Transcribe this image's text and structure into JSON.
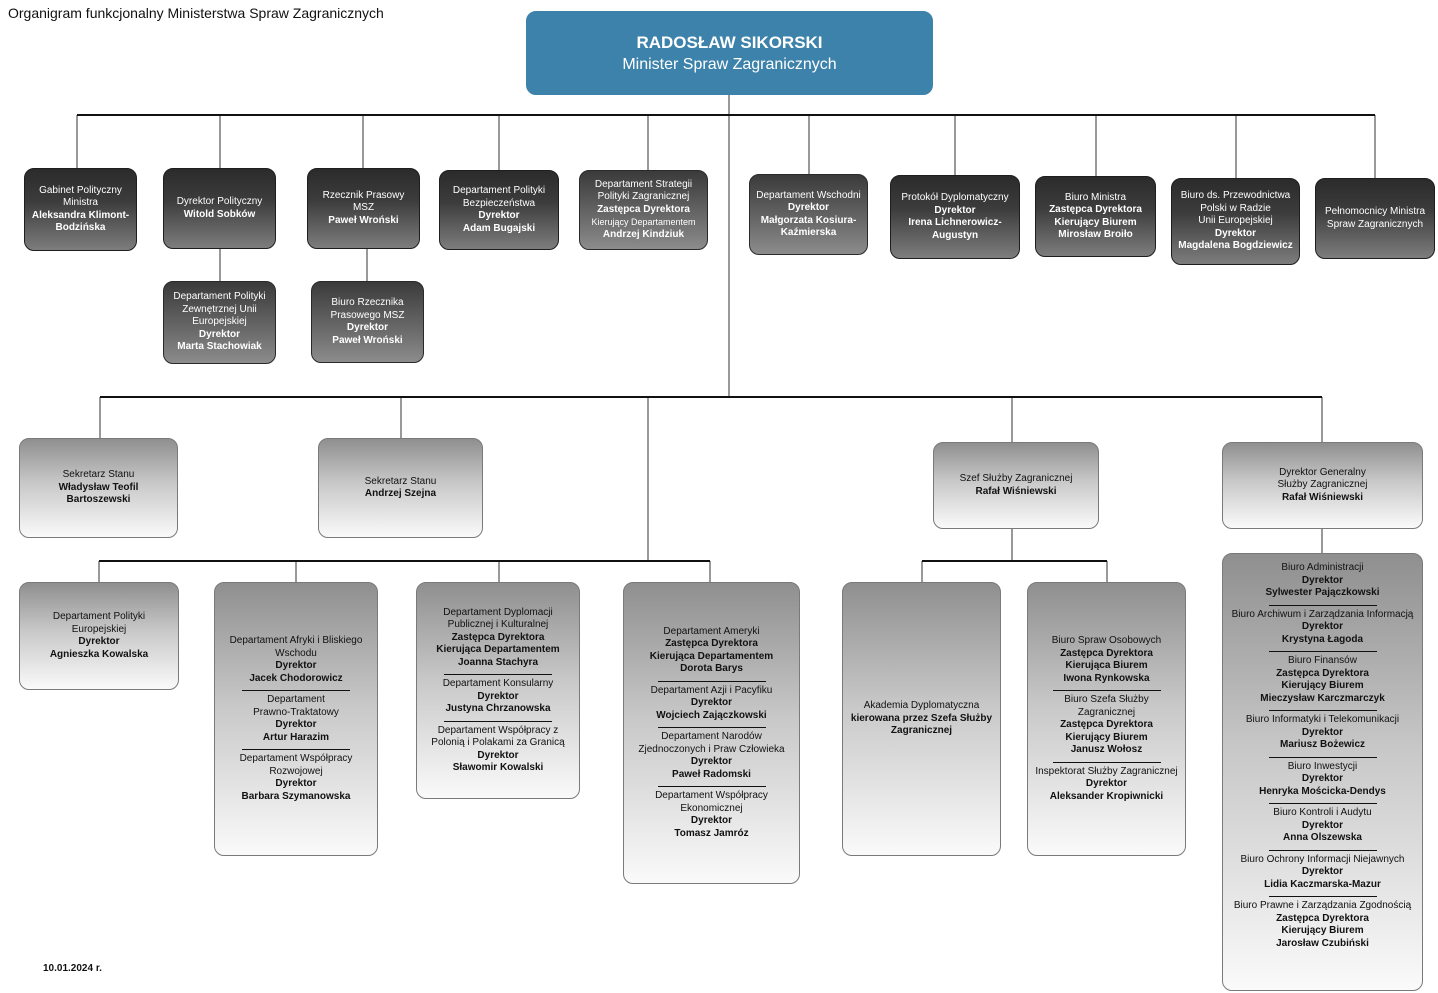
{
  "title": "Organigram funkcjonalny Ministerstwa Spraw Zagranicznych",
  "date": "10.01.2024 r.",
  "colors": {
    "minister": "#3c82aa",
    "dark_box": "#2b2b2b",
    "light_box": "#c8c8c8",
    "connector": "#999999"
  },
  "minister": {
    "name": "RADOSŁAW SIKORSKI",
    "role": "Minister Spraw Zagranicznych"
  },
  "top_units": [
    {
      "lines": [
        "Gabinet Polityczny",
        "Ministra"
      ],
      "bold": [
        "Aleksandra Klimont-",
        "Bodzińska"
      ]
    },
    {
      "lines": [
        "Dyrektor Polityczny"
      ],
      "bold": [
        "Witold Sobków"
      ]
    },
    {
      "lines": [
        "Rzecznik Prasowy",
        "MSZ"
      ],
      "bold": [
        "Paweł Wroński"
      ]
    },
    {
      "lines": [
        "Departament Polityki",
        "Bezpieczeństwa"
      ],
      "bold": [
        "Dyrektor",
        "Adam Bugajski"
      ]
    },
    {
      "lines": [
        "Departament Strategii",
        "Polityki Zagranicznej"
      ],
      "bold": [
        "Zastępca Dyrektora"
      ],
      "small": [
        "Kierujący Departamentem"
      ],
      "bold2": [
        "Andrzej Kindziuk"
      ]
    },
    {
      "lines": [
        "Departament Wschodni"
      ],
      "bold": [
        "Dyrektor",
        "Małgorzata Kosiura-",
        "Kaźmierska"
      ]
    },
    {
      "lines": [
        "Protokół Dyplomatyczny"
      ],
      "bold": [
        "Dyrektor",
        "Irena Lichnerowicz-",
        "Augustyn"
      ]
    },
    {
      "lines": [
        "Biuro Ministra"
      ],
      "bold": [
        "Zastępca Dyrektora",
        "Kierujący Biurem",
        "Mirosław Broiło"
      ]
    },
    {
      "lines": [
        "Biuro ds. Przewodnictwa",
        "Polski w Radzie",
        "Unii Europejskiej"
      ],
      "bold": [
        "Dyrektor",
        "Magdalena Bogdziewicz"
      ]
    },
    {
      "lines": [
        "Pełnomocnicy Ministra",
        "Spraw Zagranicznych"
      ],
      "bold": []
    }
  ],
  "sub_top_units": [
    {
      "lines": [
        "Departament Polityki",
        "Zewnętrznej Unii",
        "Europejskiej"
      ],
      "bold": [
        "Dyrektor",
        "Marta Stachowiak"
      ]
    },
    {
      "lines": [
        "Biuro Rzecznika",
        "Prasowego MSZ"
      ],
      "bold": [
        "Dyrektor",
        "Paweł Wroński"
      ]
    }
  ],
  "secretaries": [
    {
      "lines": [
        "Sekretarz Stanu"
      ],
      "bold": [
        "Władysław Teofil",
        "Bartoszewski"
      ]
    },
    {
      "lines": [
        "Sekretarz Stanu"
      ],
      "bold": [
        "Andrzej Szejna"
      ]
    },
    {
      "lines": [
        "Szef Służby Zagranicznej"
      ],
      "bold": [
        "Rafał Wiśniewski"
      ]
    },
    {
      "lines": [
        "Dyrektor Generalny",
        "Służby Zagranicznej"
      ],
      "bold": [
        "Rafał Wiśniewski"
      ]
    }
  ],
  "departments": [
    {
      "units": [
        {
          "lines": [
            "Departament Polityki",
            "Europejskiej"
          ],
          "bold": [
            "Dyrektor",
            "Agnieszka Kowalska"
          ]
        }
      ]
    },
    {
      "units": [
        {
          "lines": [
            "Departament Afryki i Bliskiego",
            "Wschodu"
          ],
          "bold": [
            "Dyrektor",
            "Jacek Chodorowicz"
          ]
        },
        {
          "lines": [
            "Departament",
            "Prawno-Traktatowy"
          ],
          "bold": [
            "Dyrektor",
            "Artur Harazim"
          ]
        },
        {
          "lines": [
            "Departament Współpracy",
            "Rozwojowej"
          ],
          "bold": [
            "Dyrektor",
            "Barbara Szymanowska"
          ]
        }
      ]
    },
    {
      "units": [
        {
          "lines": [
            "Departament Dyplomacji",
            "Publicznej i Kulturalnej"
          ],
          "bold": [
            "Zastępca Dyrektora",
            "Kierująca Departamentem",
            "Joanna Stachyra"
          ]
        },
        {
          "lines": [
            "Departament Konsularny"
          ],
          "bold": [
            "Dyrektor",
            "Justyna Chrzanowska"
          ]
        },
        {
          "lines": [
            "Departament Współpracy z",
            "Polonią i Polakami za Granicą"
          ],
          "bold": [
            "Dyrektor",
            "Sławomir Kowalski"
          ]
        }
      ]
    },
    {
      "units": [
        {
          "lines": [
            "Departament Ameryki"
          ],
          "bold": [
            "Zastępca Dyrektora",
            "Kierująca Departamentem",
            "Dorota Barys"
          ]
        },
        {
          "lines": [
            "Departament Azji i Pacyfiku"
          ],
          "bold": [
            "Dyrektor",
            "Wojciech Zajączkowski"
          ]
        },
        {
          "lines": [
            "Departament Narodów",
            "Zjednoczonych i Praw Człowieka"
          ],
          "bold": [
            "Dyrektor",
            "Paweł Radomski"
          ]
        },
        {
          "lines": [
            "Departament Współpracy",
            "Ekonomicznej"
          ],
          "bold": [
            "Dyrektor",
            "Tomasz Jamróz"
          ]
        }
      ]
    },
    {
      "units": [
        {
          "lines": [
            "Akademia Dyplomatyczna"
          ],
          "bold": [
            "kierowana przez Szefa Służby",
            "Zagranicznej"
          ]
        }
      ]
    },
    {
      "units": [
        {
          "lines": [
            "Biuro Spraw Osobowych"
          ],
          "bold": [
            "Zastępca Dyrektora",
            "Kierująca Biurem",
            "Iwona Rynkowska"
          ]
        },
        {
          "lines": [
            "Biuro Szefa Służby",
            "Zagranicznej"
          ],
          "bold": [
            "Zastępca Dyrektora",
            "Kierujący Biurem",
            "Janusz Wołosz"
          ]
        },
        {
          "lines": [
            "Inspektorat Służby Zagranicznej"
          ],
          "bold": [
            "Dyrektor",
            "Aleksander Kropiwnicki"
          ]
        }
      ]
    },
    {
      "units": [
        {
          "lines": [
            "Biuro Administracji"
          ],
          "bold": [
            "Dyrektor",
            "Sylwester Pajączkowski"
          ]
        },
        {
          "lines": [
            "Biuro Archiwum i Zarządzania Informacją"
          ],
          "bold": [
            "Dyrektor",
            "Krystyna Łagoda"
          ]
        },
        {
          "lines": [
            "Biuro Finansów"
          ],
          "bold": [
            "Zastępca Dyrektora",
            "Kierujący Biurem",
            "Mieczysław Karczmarczyk"
          ]
        },
        {
          "lines": [
            "Biuro Informatyki i Telekomunikacji"
          ],
          "bold": [
            "Dyrektor",
            "Mariusz Bożewicz"
          ]
        },
        {
          "lines": [
            "Biuro Inwestycji"
          ],
          "bold": [
            "Dyrektor",
            "Henryka Mościcka-Dendys"
          ]
        },
        {
          "lines": [
            "Biuro Kontroli i Audytu"
          ],
          "bold": [
            "Dyrektor",
            "Anna Olszewska"
          ]
        },
        {
          "lines": [
            "Biuro Ochrony Informacji Niejawnych"
          ],
          "bold": [
            "Dyrektor",
            "Lidia Kaczmarska-Mazur"
          ]
        },
        {
          "lines": [
            "Biuro Prawne i Zarządzania Zgodnością"
          ],
          "bold": [
            "Zastępca Dyrektora",
            "Kierujący Biurem",
            "Jarosław Czubiński"
          ]
        }
      ]
    }
  ]
}
